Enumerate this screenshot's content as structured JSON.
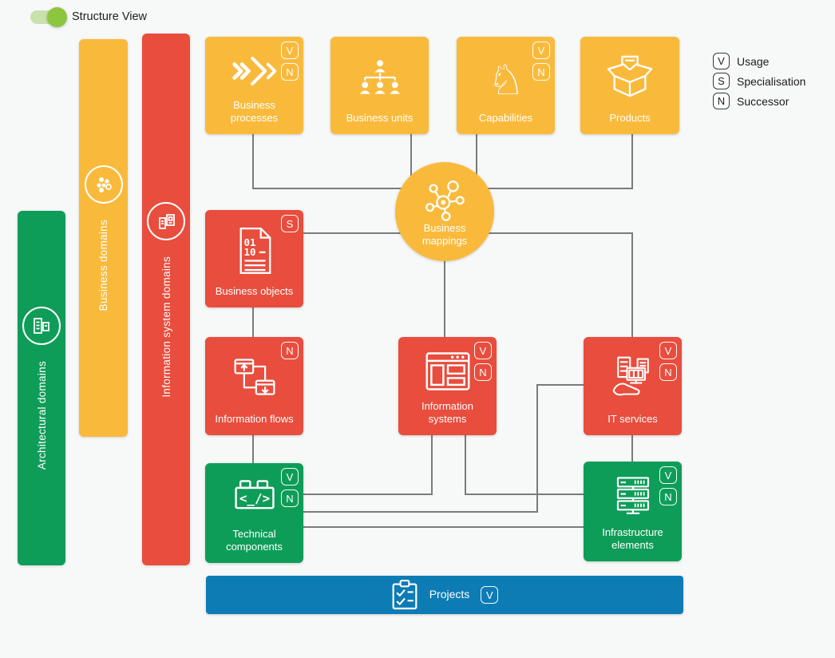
{
  "view_toggle": {
    "label": "Structure View",
    "state": "on"
  },
  "legend": {
    "items": [
      {
        "badge": "V",
        "label": "Usage"
      },
      {
        "badge": "S",
        "label": "Specialisation"
      },
      {
        "badge": "N",
        "label": "Successor"
      }
    ]
  },
  "domain_bars": [
    {
      "label": "Architectural domains",
      "icon": "architectural-domains-icon",
      "color": "#0E9D58"
    },
    {
      "label": "Business domains",
      "icon": "business-domains-icon",
      "color": "#F9BA3C"
    },
    {
      "label": "Information system domains",
      "icon": "information-system-domains-icon",
      "color": "#E84D3D"
    }
  ],
  "nodes": [
    {
      "label": "Business processes",
      "badges": [
        "V",
        "N"
      ],
      "color": "#F9BA3C",
      "icon": "process-chevrons-icon"
    },
    {
      "label": "Business units",
      "badges": [],
      "color": "#F9BA3C",
      "icon": "org-chart-icon"
    },
    {
      "label": "Capabilities",
      "badges": [
        "V",
        "N"
      ],
      "color": "#F9BA3C",
      "icon": "chess-knight-icon"
    },
    {
      "label": "Products",
      "badges": [],
      "color": "#F9BA3C",
      "icon": "open-box-icon"
    },
    {
      "label": "Business mappings",
      "badges": [],
      "color": "#F9BA3C",
      "icon": "network-hub-icon",
      "shape": "circle"
    },
    {
      "label": "Business objects",
      "badges": [
        "S"
      ],
      "color": "#E84D3D",
      "icon": "binary-document-icon"
    },
    {
      "label": "Information flows",
      "badges": [
        "N"
      ],
      "color": "#E84D3D",
      "icon": "window-exchange-icon"
    },
    {
      "label": "Information systems",
      "badges": [
        "V",
        "N"
      ],
      "color": "#E84D3D",
      "icon": "application-window-icon"
    },
    {
      "label": "IT services",
      "badges": [
        "V",
        "N"
      ],
      "color": "#E84D3D",
      "icon": "service-hand-icon"
    },
    {
      "label": "Technical components",
      "badges": [
        "V",
        "N"
      ],
      "color": "#0E9D58",
      "icon": "code-brick-icon"
    },
    {
      "label": "Infrastructure elements",
      "badges": [
        "V",
        "N"
      ],
      "color": "#0E9D58",
      "icon": "server-rack-icon"
    },
    {
      "label": "Projects",
      "badges": [
        "V"
      ],
      "color": "#0D7CB5",
      "icon": "clipboard-checklist-icon"
    }
  ],
  "icon_glyphs": {
    "chess_knight": "♘",
    "code_brick": "<_/>",
    "binary_row1": "01",
    "binary_row2": "10"
  },
  "colors": {
    "yellow": "#F9BA3C",
    "red": "#E84D3D",
    "green": "#0E9D58",
    "blue": "#0D7CB5",
    "connector": "#7B7B7B",
    "background": "#F7F8F8",
    "toggle_track": "#C9E2AC",
    "toggle_knob": "#8CC63F"
  }
}
